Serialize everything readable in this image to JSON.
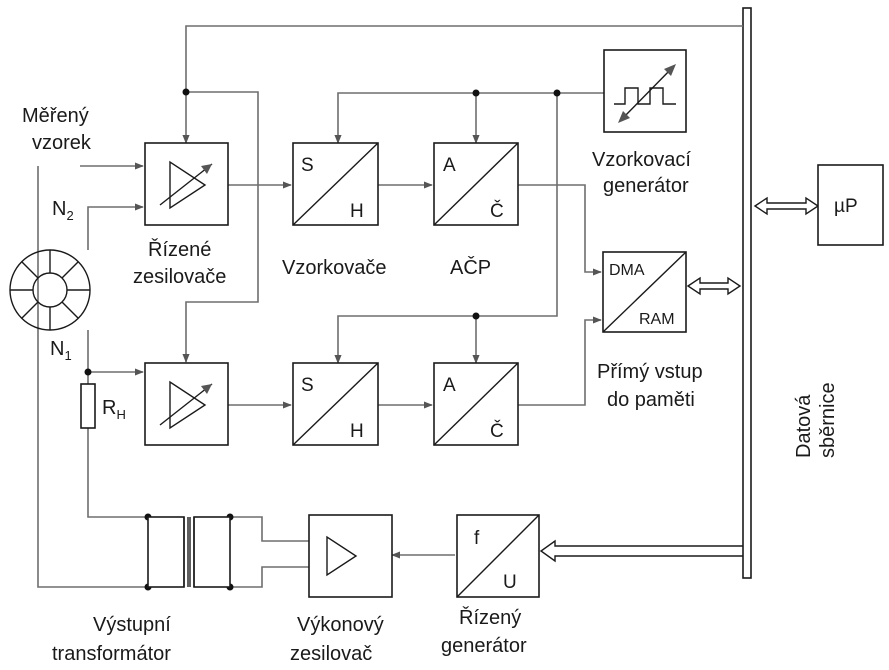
{
  "labels": {
    "measured_sample_1": "Měřený",
    "measured_sample_2": "vzorek",
    "n2_main": "N",
    "n2_sub": "2",
    "n1_main": "N",
    "n1_sub": "1",
    "rh_main": "R",
    "rh_sub": "H",
    "controlled_amps_1": "Řízené",
    "controlled_amps_2": "zesilovače",
    "samplers": "Vzorkovače",
    "adc": "AČP",
    "sampling_gen_1": "Vzorkovací",
    "sampling_gen_2": "generátor",
    "direct_input_1": "Přímý vstup",
    "direct_input_2": "do paměti",
    "data_bus_1": "Datová",
    "data_bus_2": "sběrnice",
    "output_transformer_1": "Výstupní",
    "output_transformer_2": "transformátor",
    "power_amp_1": "Výkonový",
    "power_amp_2": "zesilovač",
    "controlled_gen_1": "Řízený",
    "controlled_gen_2": "generátor"
  },
  "blocks": {
    "sh_s": "S",
    "sh_h": "H",
    "adc_a": "A",
    "adc_c": "Č",
    "dma": "DMA",
    "ram": "RAM",
    "micro": "µP",
    "fu_f": "f",
    "fu_u": "U"
  }
}
